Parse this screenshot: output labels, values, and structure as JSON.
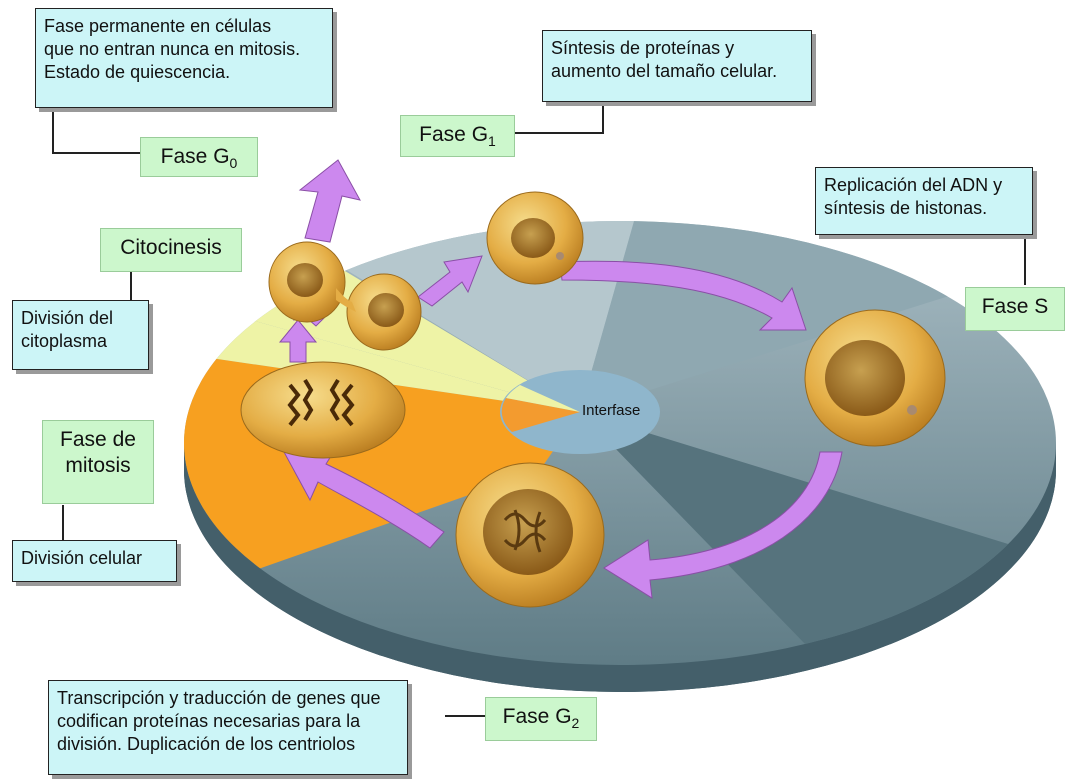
{
  "boxes": {
    "g0_desc": [
      "Fase permanente en células",
      "que no entran nunca en mitosis.",
      "Estado de quiescencia."
    ],
    "g1_desc": [
      "Síntesis de proteínas y",
      "aumento del tamaño celular."
    ],
    "s_desc": [
      "Replicación del ADN y",
      "síntesis de histonas."
    ],
    "citoplasma_desc": [
      "División del",
      "citoplasma"
    ],
    "celular_desc": "División celular",
    "g2_desc": [
      "Transcripción y traducción de genes que",
      "codifican proteínas necesarias para la",
      "división. Duplicación de los centriolos"
    ]
  },
  "tags": {
    "g0": {
      "text": "Fase G",
      "sub": "0"
    },
    "g1": {
      "text": "Fase G",
      "sub": "1"
    },
    "s": "Fase S",
    "citocinesis": "Citocinesis",
    "mitosis": [
      "Fase de",
      "mitosis"
    ],
    "g2": {
      "text": "Fase G",
      "sub": "2"
    }
  },
  "center_label": "Interfase",
  "colors": {
    "box_fill": "#ccf5f7",
    "tag_fill": "#ccf7cc",
    "disc_blue": "#6f8d98",
    "mitosis_orange": "#f7a020",
    "cytokinesis_yellow": "#eef3a6",
    "arrow_violet": "#cc88ee",
    "cell_gold": "#e9b24a"
  }
}
